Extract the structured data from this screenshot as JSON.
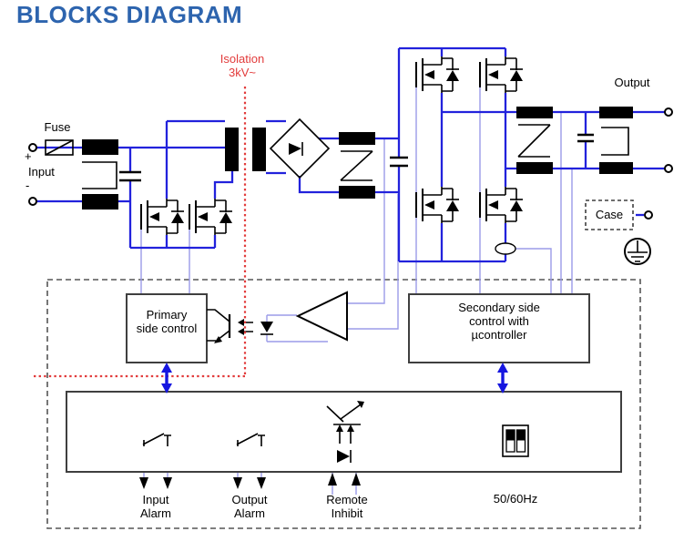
{
  "title": "BLOCKS DIAGRAM",
  "colors": {
    "title_blue": "#2D64AE",
    "wire_blue": "#2222DC",
    "signal_blue": "#9B9BE8",
    "arrow_blue": "#1616E0",
    "isolation_red": "#E23B3B",
    "component_black": "#000000",
    "border_gray": "#3F3F3F",
    "dash_gray": "#555555"
  },
  "isolation": {
    "line1": "Isolation",
    "line2": "3kV~"
  },
  "input": {
    "fuse": "Fuse",
    "plus": "+",
    "label": "Input",
    "minus": "-"
  },
  "output": {
    "label": "Output",
    "case": "Case"
  },
  "blocks": {
    "primary": {
      "line1": "Primary",
      "line2": "side control"
    },
    "secondary": {
      "line1": "Secondary side",
      "line2": "control with",
      "line3": "µcontroller"
    }
  },
  "interface": {
    "input_alarm": {
      "line1": "Input",
      "line2": "Alarm"
    },
    "output_alarm": {
      "line1": "Output",
      "line2": "Alarm"
    },
    "remote_inhibit": {
      "line1": "Remote",
      "line2": "Inhibit"
    },
    "frequency": "50/60Hz"
  }
}
